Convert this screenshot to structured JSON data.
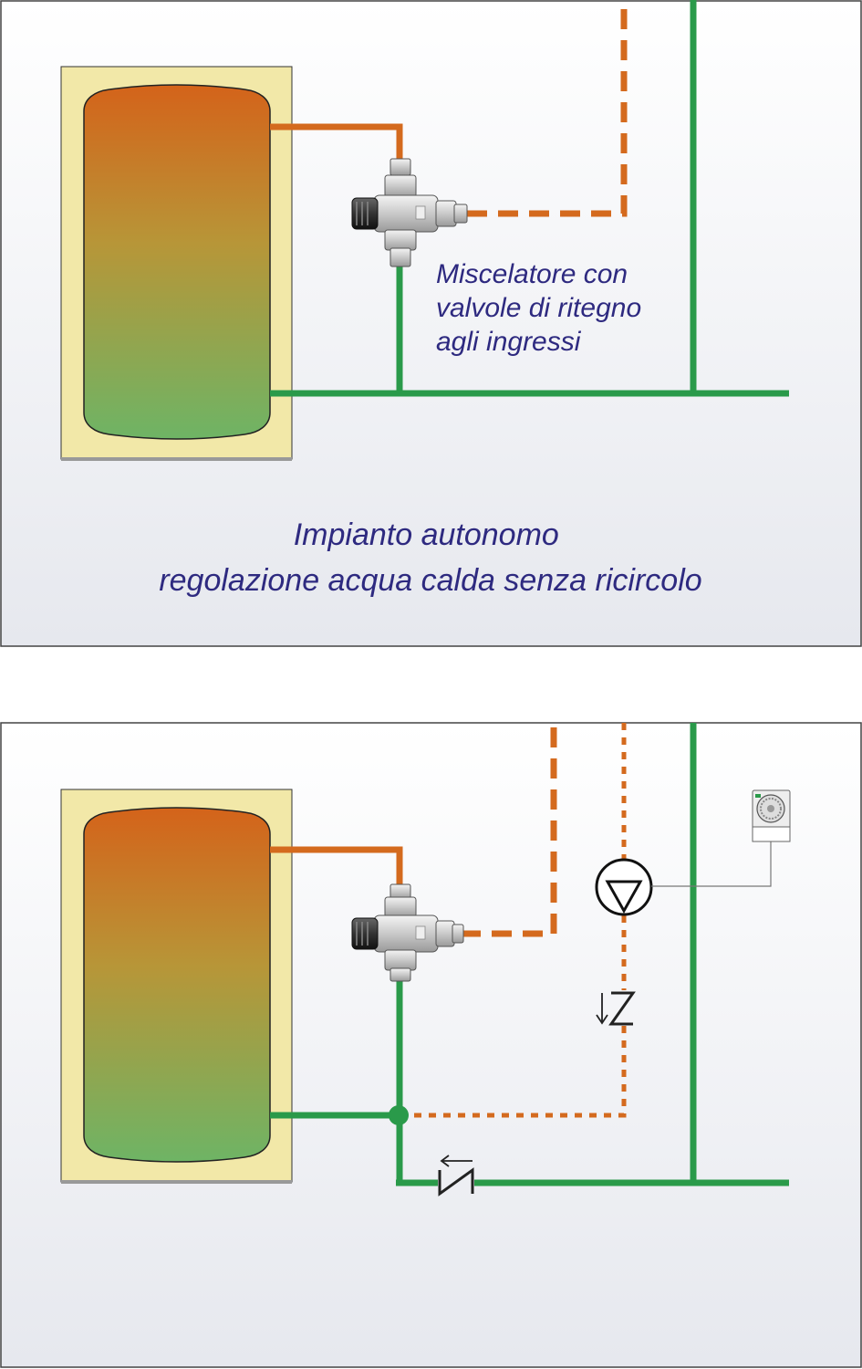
{
  "top_panel": {
    "valve_label": {
      "line1": "Miscelatore con",
      "line2": "valvole di ritegno",
      "line3": "agli ingressi"
    },
    "caption": {
      "line1": "Impianto autonomo",
      "line2": "regolazione acqua calda senza ricircolo"
    }
  },
  "colors": {
    "hot_pipe": "#d46a1e",
    "cold_pipe": "#2a9a4a",
    "caption_text": "#2e2a80",
    "insulation": "#f2e8a8",
    "panel_bg_top": "#ffffff",
    "panel_bg_bottom": "#e8eaef"
  },
  "icons": {
    "mixing_valve": "thermostatic-mixing-valve-icon",
    "pump": "circulation-pump-icon",
    "check_valve": "check-valve-icon",
    "timer": "timer-clock-icon"
  }
}
